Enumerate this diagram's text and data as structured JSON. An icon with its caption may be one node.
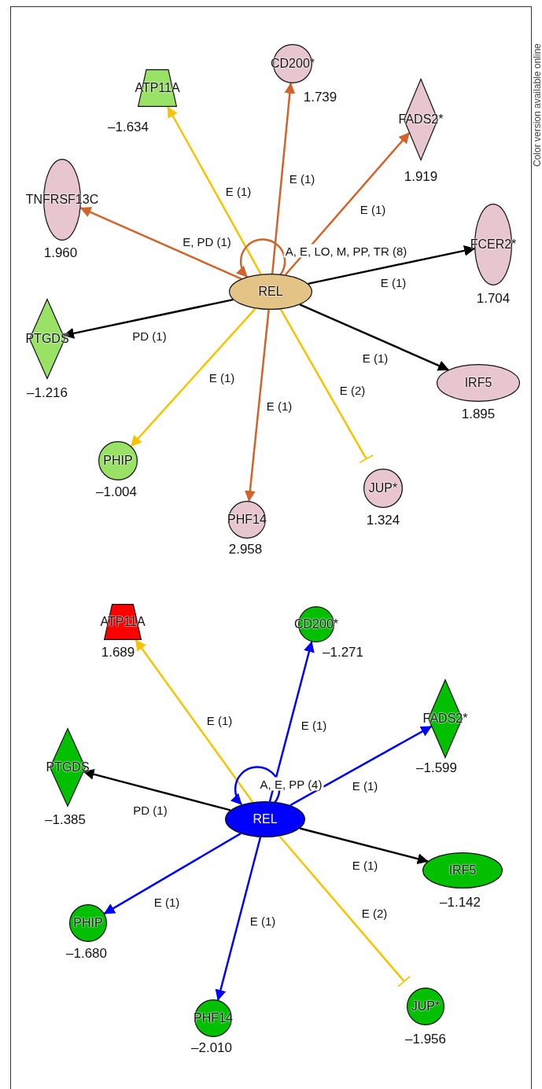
{
  "diagram": {
    "nodes": [
      {
        "text": [
          "ATP11A"
        ],
        "beside": [
          "–1.634"
        ]
      },
      {
        "text": [
          "CD200*"
        ],
        "beside": [
          "1.739"
        ]
      },
      {
        "text": [
          "FADS2*"
        ],
        "beside": [
          "1.919"
        ]
      },
      {
        "text": [
          "TNFRSF13C"
        ],
        "beside": [
          "1.960"
        ]
      },
      {
        "text": [
          "FCER2*"
        ],
        "beside": [
          "1.704"
        ]
      },
      {
        "text": [
          "REL"
        ]
      },
      {
        "text": [
          "PTGDS"
        ],
        "beside": [
          "–1.216"
        ]
      },
      {
        "text": [
          "IRF5"
        ],
        "beside": [
          "1.895"
        ]
      },
      {
        "text": [
          "PHIP"
        ],
        "beside": [
          "–1.004"
        ]
      },
      {
        "text": [
          "PHF14"
        ],
        "beside": [
          "2.958"
        ]
      },
      {
        "text": [
          "JUP*"
        ],
        "beside": [
          "1.324"
        ]
      },
      {
        "text": [
          "ATP11A"
        ],
        "beside": [
          "1.689"
        ]
      },
      {
        "text": [
          "CD200*"
        ],
        "beside": [
          "–1.271"
        ]
      },
      {
        "text": [
          "FADS2*"
        ],
        "beside": [
          "–1.599"
        ]
      },
      {
        "text": [
          "PTGDS"
        ],
        "beside": [
          "–1.385"
        ]
      },
      {
        "text": [
          "REL"
        ]
      },
      {
        "text": [
          "IRF5"
        ],
        "beside": [
          "–1.142"
        ]
      },
      {
        "text": [
          "PHIP"
        ],
        "beside": [
          "–1.680"
        ]
      },
      {
        "text": [
          "PHF14"
        ],
        "beside": [
          "–2.010"
        ]
      },
      {
        "text": [
          "JUP*"
        ],
        "beside": [
          "–1.956"
        ]
      }
    ],
    "edges": [
      {
        "from": 5,
        "to": 0,
        "arrow": "to",
        "label": "E (1)",
        "color": "#f5c400"
      },
      {
        "from": 5,
        "to": 1,
        "arrow": "to",
        "label": "E (1)",
        "color": "#d2632a"
      },
      {
        "from": 5,
        "to": 2,
        "arrow": "to",
        "label": "E (1)",
        "color": "#d2632a"
      },
      {
        "from": 5,
        "to": 3,
        "arrow": "to",
        "label": "E, PD (1)",
        "color": "#d2632a"
      },
      {
        "from": 5,
        "to": 5,
        "arrow": "to",
        "label": "A, E, LO, M, PP, TR (8)",
        "color": "#d2632a"
      },
      {
        "from": 5,
        "to": 4,
        "arrow": "to",
        "label": "E (1)",
        "color": "#000000"
      },
      {
        "from": 5,
        "to": 6,
        "arrow": "to",
        "label": "PD (1)",
        "color": "#000000"
      },
      {
        "from": 5,
        "to": 7,
        "arrow": "to",
        "label": "E (1)",
        "color": "#000000"
      },
      {
        "from": 5,
        "to": 8,
        "arrow": "to",
        "label": "E (1)",
        "color": "#f5c400"
      },
      {
        "from": 5,
        "to": 9,
        "arrow": "to",
        "label": "E (1)",
        "color": "#d2632a"
      },
      {
        "from": 5,
        "to": 10,
        "arrow": "other",
        "label": "E (2)",
        "color": "#f5c400"
      },
      {
        "from": 15,
        "to": 11,
        "arrow": "to",
        "label": "E (1)",
        "color": "#f5c400"
      },
      {
        "from": 15,
        "to": 12,
        "arrow": "to",
        "label": "E (1)",
        "color": "#0000ff"
      },
      {
        "from": 15,
        "to": 13,
        "arrow": "to",
        "label": "E (1)",
        "color": "#0000ff"
      },
      {
        "from": 15,
        "to": 14,
        "arrow": "to",
        "label": "PD (1)",
        "color": "#000000"
      },
      {
        "from": 15,
        "to": 15,
        "arrow": "to",
        "label": "A, E, PP (4)",
        "color": "#0000ff"
      },
      {
        "from": 15,
        "to": 16,
        "arrow": "to",
        "label": "E (1)",
        "color": "#000000"
      },
      {
        "from": 15,
        "to": 17,
        "arrow": "to",
        "label": "E (1)",
        "color": "#0000ff"
      },
      {
        "from": 15,
        "to": 18,
        "arrow": "to",
        "label": "E (1)",
        "color": "#0000ff"
      },
      {
        "from": 15,
        "to": 19,
        "arrow": "other",
        "label": "E (2)",
        "color": "#f5c400"
      }
    ],
    "labels": [
      "Color version available online"
    ]
  }
}
